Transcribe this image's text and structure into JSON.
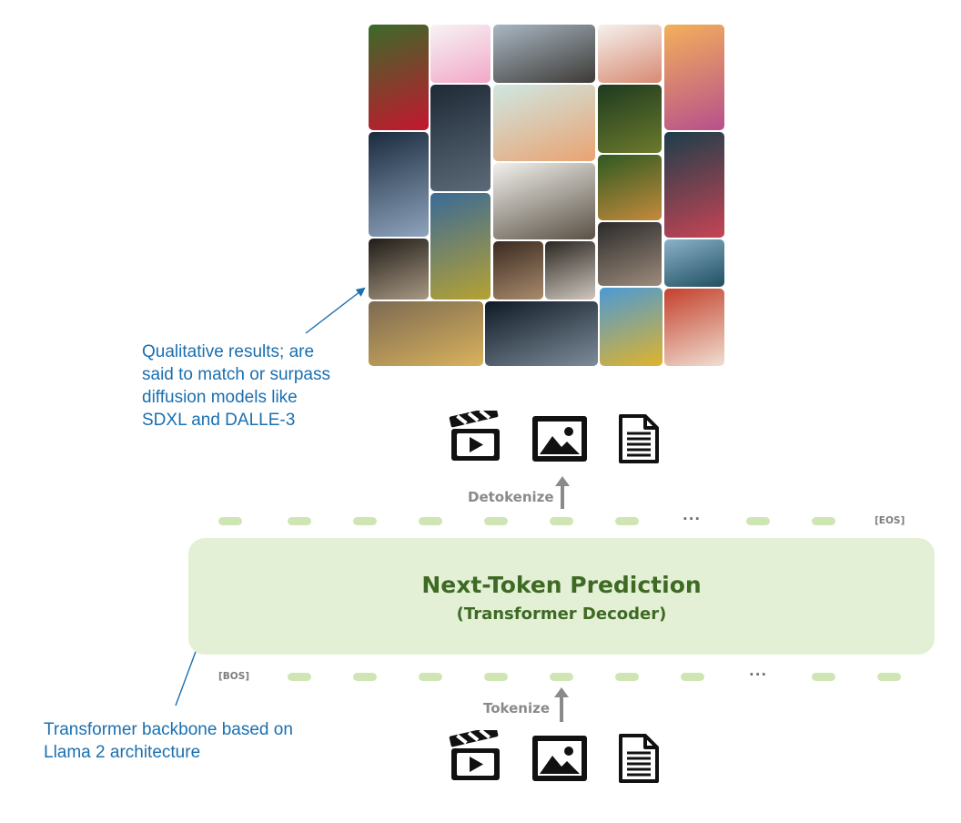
{
  "gallery": {
    "tiles": [
      {
        "name": "red-rose",
        "c1": "#3a6b2a",
        "c2": "#c4172e"
      },
      {
        "name": "pink-kitten",
        "c1": "#f6f3f4",
        "c2": "#f2a8c8"
      },
      {
        "name": "black-panther-on-branch",
        "c1": "#a9b7c3",
        "c2": "#3d3a36"
      },
      {
        "name": "patterned-socks",
        "c1": "#f4f1ee",
        "c2": "#d88a72"
      },
      {
        "name": "astronaut-in-flower-field",
        "c1": "#f3b05a",
        "c2": "#b7508d"
      },
      {
        "name": "cloaked-figure-in-alley",
        "c1": "#1e2a36",
        "c2": "#5c6a78"
      },
      {
        "name": "clay-owl-and-bear-scene",
        "c1": "#cfe7e2",
        "c2": "#e9a372"
      },
      {
        "name": "joker-portrait",
        "c1": "#1d3a1f",
        "c2": "#6c7a2c"
      },
      {
        "name": "sailing-ship-at-night",
        "c1": "#1b2b3e",
        "c2": "#8ea4bd"
      },
      {
        "name": "three-ostriches",
        "c1": "#f1f0ec",
        "c2": "#5a5145"
      },
      {
        "name": "fox-in-forest",
        "c1": "#2e5a22",
        "c2": "#c58a3c"
      },
      {
        "name": "woman-with-flower-crown",
        "c1": "#1c3e4a",
        "c2": "#c64455"
      },
      {
        "name": "blue-robot-with-sunflowers",
        "c1": "#3a6a96",
        "c2": "#b6a233"
      },
      {
        "name": "elderly-man-portrait",
        "c1": "#2b2a2a",
        "c2": "#9c8b7c"
      },
      {
        "name": "victorian-dress",
        "c1": "#201c18",
        "c2": "#a89883"
      },
      {
        "name": "pug-with-hat",
        "c1": "#3a2a20",
        "c2": "#a98b6d"
      },
      {
        "name": "sneaker",
        "c1": "#2b2622",
        "c2": "#cfc7bd"
      },
      {
        "name": "lake-landscape",
        "c1": "#8bb2c8",
        "c2": "#1f4f62"
      },
      {
        "name": "ruined-city-sunflowers",
        "c1": "#7c6a52",
        "c2": "#d9b25c"
      },
      {
        "name": "wolf-under-moon",
        "c1": "#0f1a26",
        "c2": "#7d8c99"
      },
      {
        "name": "giraffe-in-flower-field",
        "c1": "#4a9ad6",
        "c2": "#e0b32c"
      },
      {
        "name": "book-with-landscape",
        "c1": "#c4402c",
        "c2": "#f0ded0"
      }
    ]
  },
  "annotations": {
    "results_note": [
      "Qualitative results; are",
      "said to match or surpass",
      "diffusion models like",
      "SDXL and DALLE-3"
    ],
    "backbone_note": [
      "Transformer backbone based on",
      "Llama 2 architecture"
    ]
  },
  "output": {
    "label": "Detokenize",
    "end_token": "[EOS]",
    "ellipsis": "···"
  },
  "decoder": {
    "title": "Next-Token Prediction",
    "subtitle": "(Transformer Decoder)"
  },
  "input": {
    "label": "Tokenize",
    "start_token": "[BOS]",
    "ellipsis": "···"
  },
  "icons": [
    "video-clapperboard-icon",
    "image-icon",
    "text-document-icon"
  ],
  "colors": {
    "annotation_blue": "#1a6fb0",
    "decoder_fill": "#e3f0d5",
    "decoder_text": "#3e6a24",
    "token_fill": "#cfe6b4",
    "label_gray": "#8a8a8a"
  }
}
